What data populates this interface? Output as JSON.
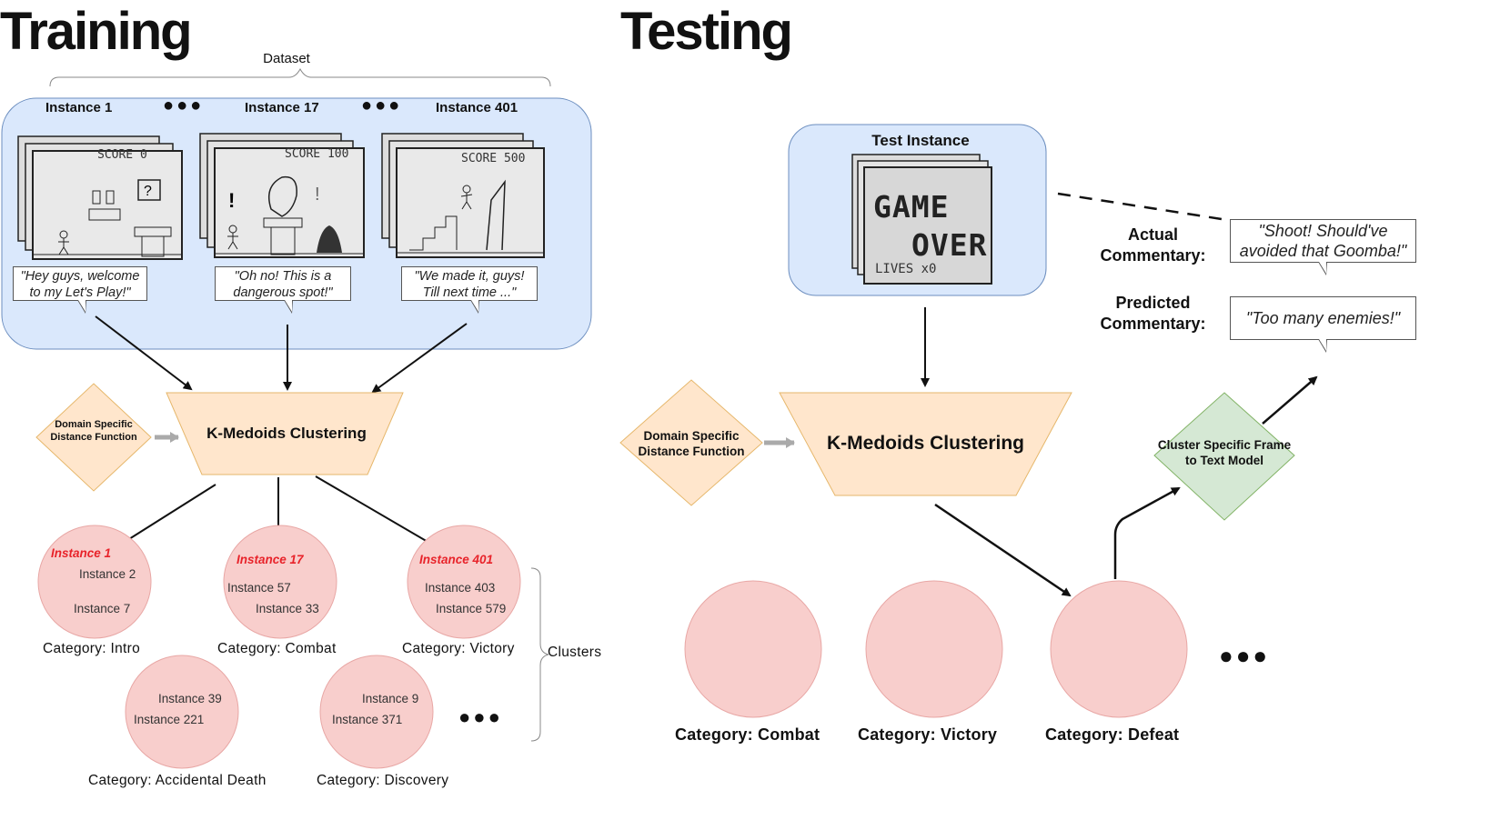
{
  "training": {
    "title": "Training",
    "dataset_label": "Dataset",
    "instance_headers": [
      "Instance 1",
      "Instance 17",
      "Instance 401"
    ],
    "ellipsis": "●●●",
    "scores": [
      "SCORE 0",
      "SCORE 100",
      "SCORE 500"
    ],
    "commentaries": [
      "\"Hey guys, welcome to my Let's Play!\"",
      "\"Oh no! This is a dangerous spot!\"",
      "\"We made it, guys! Till next time ...\""
    ],
    "distance_fn": "Domain Specific Distance Function",
    "clustering": "K-Medoids Clustering",
    "clusters_label": "Clusters",
    "clusters": [
      {
        "medoid": "Instance 1",
        "members": [
          "Instance 2",
          "Instance 7"
        ],
        "category": "Category: Intro"
      },
      {
        "medoid": "Instance 17",
        "members": [
          "Instance 57",
          "Instance 33"
        ],
        "category": "Category: Combat"
      },
      {
        "medoid": "Instance 401",
        "members": [
          "Instance 403",
          "Instance 579"
        ],
        "category": "Category: Victory"
      },
      {
        "medoid": "",
        "members": [
          "Instance 39",
          "Instance 221"
        ],
        "category": "Category: Accidental Death"
      },
      {
        "medoid": "",
        "members": [
          "Instance 9",
          "Instance 371"
        ],
        "category": "Category: Discovery"
      }
    ],
    "more_dots": "●●●"
  },
  "testing": {
    "title": "Testing",
    "test_instance": "Test Instance",
    "game_over_1": "GAME",
    "game_over_2": "OVER",
    "lives": "LIVES x0",
    "actual_label": "Actual Commentary:",
    "actual_text": "\"Shoot! Should've avoided that Goomba!\"",
    "predicted_label": "Predicted Commentary:",
    "predicted_text": "\"Too many enemies!\"",
    "distance_fn": "Domain Specific Distance Function",
    "clustering": "K-Medoids Clustering",
    "model": "Cluster Specific Frame to Text Model",
    "categories": [
      "Category: Combat",
      "Category: Victory",
      "Category: Defeat"
    ],
    "more_dots": "●●●"
  },
  "colors": {
    "panel_blue": "#dae8fc",
    "panel_border": "#6c8ebf",
    "trap_orange": "#ffe6cc",
    "trap_border": "#d79b00",
    "cluster_red": "#f8cecc",
    "cluster_border": "#e8a7a5",
    "model_green": "#d5e8d4",
    "model_border": "#82b366",
    "medoid_red": "#e8232a"
  }
}
